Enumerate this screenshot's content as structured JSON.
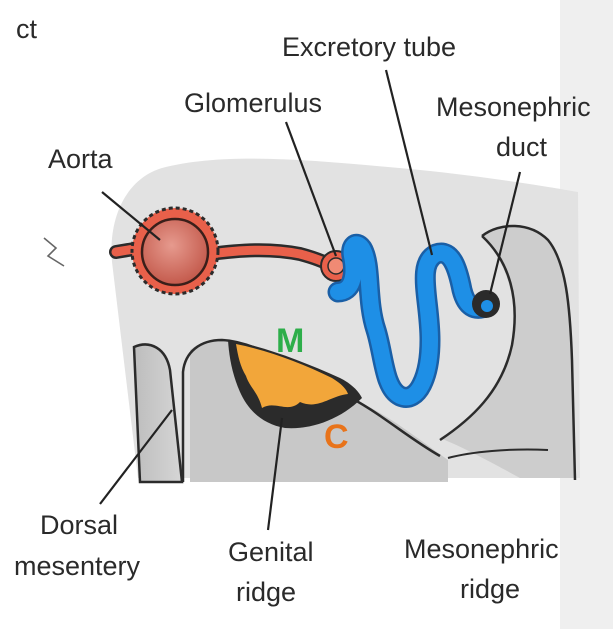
{
  "labels": {
    "corner": "ct",
    "excretory_tube": "Excretory tube",
    "glomerulus": "Glomerulus",
    "mesonephric_duct_1": "Mesonephric",
    "mesonephric_duct_2": "duct",
    "aorta": "Aorta",
    "dorsal_mesentery_1": "Dorsal",
    "dorsal_mesentery_2": "mesentery",
    "genital_ridge_1": "Genital",
    "genital_ridge_2": "ridge",
    "mesonephric_ridge_1": "Mesonephric",
    "mesonephric_ridge_2": "ridge"
  },
  "markers": {
    "m": "M",
    "c": "C"
  },
  "colors": {
    "page": "#ffffff",
    "embryo_fill": "#e2e2e2",
    "cavity_fill": "#c4c4c4",
    "outline": "#2b2b2b",
    "aorta": "#e8604a",
    "tube": "#1e8fe6",
    "genital_fill": "#f2a63a",
    "marker_m": "#2dae4a",
    "marker_c": "#e8731a"
  }
}
